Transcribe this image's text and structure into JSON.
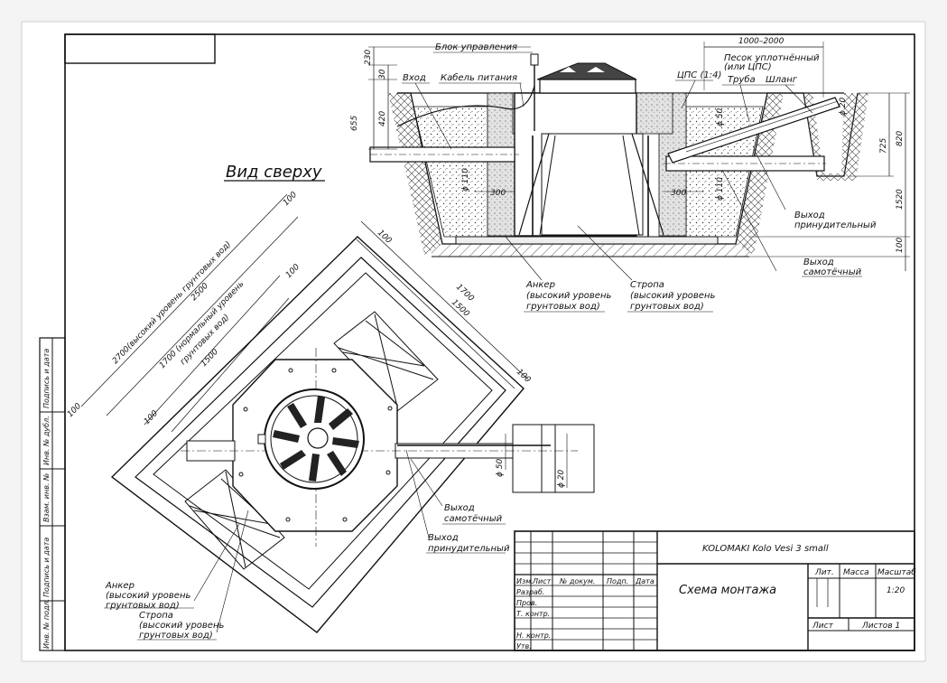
{
  "view_title": "Вид сверху",
  "section_labels": {
    "control_unit": "Блок управления",
    "inlet": "Вход",
    "power_cable": "Кабель питания",
    "sand_compacted": "Песок уплотнённый",
    "or_cps": "(или ЦПС)",
    "cps": "ЦПС (1:4)",
    "pipe": "Труба",
    "hose": "Шланг",
    "outlet_forced": [
      "Выход",
      "принудительный"
    ],
    "outlet_gravity": [
      "Выход",
      "самотёчный"
    ],
    "anchor": [
      "Анкер",
      "(высокий уровень",
      "грунтовых вод)"
    ],
    "sling": [
      "Стропа",
      "(высокий уровень",
      "грунтовых вод)"
    ]
  },
  "section_dims": {
    "d230": "230",
    "d30": "30",
    "d655": "655",
    "d420": "420",
    "d1000_2000": "1000–2000",
    "d725": "725",
    "d820": "820",
    "d1520": "1520",
    "d100": "100",
    "d300a": "300",
    "d300b": "300",
    "dia110a": "ϕ 110",
    "dia110b": "ϕ 110",
    "dia50": "ϕ 50",
    "dia20": "ϕ 20"
  },
  "plan_dims": {
    "d2700": "2700(высокий уровень грунтовых вод)",
    "d2500": "2500",
    "d1700n": "1700 (нормальный уровень",
    "d1700n2": "грунтовых вод)",
    "d1500": "1500",
    "r1700": "1700",
    "r1500": "1500",
    "d100a": "100",
    "d100b": "100",
    "d100c": "100",
    "d100d": "100",
    "d100e": "100",
    "d100f": "100",
    "dia50": "ϕ 50",
    "dia20": "ϕ 20"
  },
  "plan_labels": {
    "outlet_gravity": [
      "Выход",
      "самотёчный"
    ],
    "outlet_forced": [
      "Выход",
      "принудительный"
    ],
    "anchor": [
      "Анкер",
      "(высокий уровень",
      "грунтовых вод)"
    ],
    "sling": [
      "Стропа",
      "(высокий уровень",
      "грунтовых вод)"
    ]
  },
  "side_stamp": [
    "Подпись и дата",
    "Инв. № дубл.",
    "Взам. инв. №",
    "Подпись и дата",
    "Инв. № подл."
  ],
  "title_block": {
    "product": "KOLOMAKI Kolo Vesi 3 small",
    "doc_title": "Схема монтажа",
    "headers": [
      "Изм.",
      "Лист",
      "№ докум.",
      "Подп.",
      "Дата"
    ],
    "roles": [
      "Разраб.",
      "Пров.",
      "Т. контр.",
      "",
      "Н. контр.",
      "Утв."
    ],
    "lit": "Лит.",
    "mass": "Масса",
    "scale_label": "Масштаб",
    "scale": "1:20",
    "sheet": "Лист",
    "sheets": "Листов 1"
  }
}
